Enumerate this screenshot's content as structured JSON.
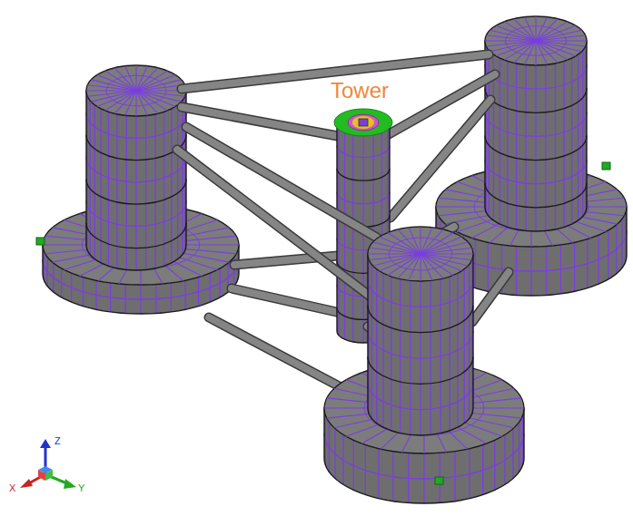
{
  "diagram": {
    "labels": [
      "Tower",
      "Z",
      "X",
      "Y"
    ]
  }
}
